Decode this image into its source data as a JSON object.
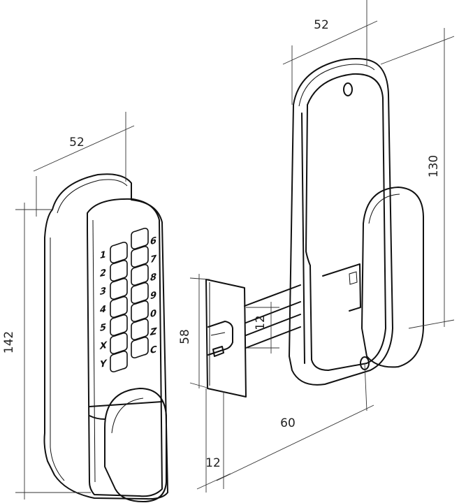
{
  "dimensions": {
    "front_width": "52",
    "front_height": "142",
    "back_width": "52",
    "back_height": "130",
    "latch_height": "58",
    "latch_bolt": "12",
    "backset": "60",
    "faceplate_offset": "12"
  },
  "keypad": {
    "left_labels": [
      "1",
      "2",
      "3",
      "4",
      "5",
      "X",
      "Y"
    ],
    "right_labels": [
      "6",
      "7",
      "8",
      "9",
      "0",
      "Z",
      "C"
    ]
  }
}
